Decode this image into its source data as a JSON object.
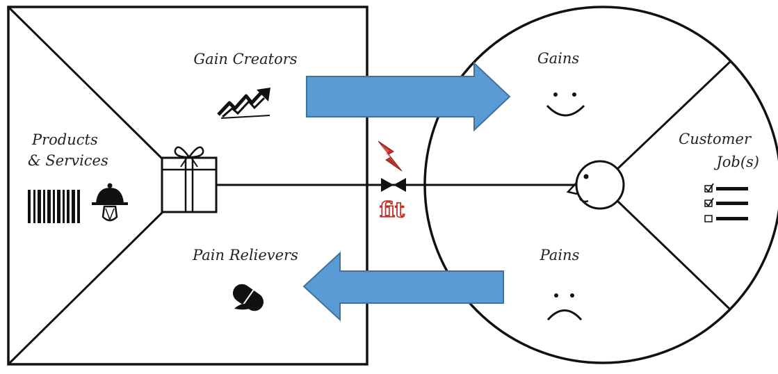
{
  "diagram": {
    "value_map": {
      "gain_creators_label": "Gain Creators",
      "pain_relievers_label": "Pain Relievers",
      "products_label_line1": "Products",
      "products_label_line2": "& Services"
    },
    "customer_profile": {
      "gains_label": "Gains",
      "pains_label": "Pains",
      "jobs_label_line1": "Customer",
      "jobs_label_line2": "Job(s)"
    },
    "fit_label": "fit",
    "icons": [
      "trend-up-icon",
      "barcode-icon",
      "cloche-icon",
      "gift-icon",
      "pill-icon",
      "smile-icon",
      "frown-icon",
      "checklist-icon",
      "face-icon",
      "lightning-icon",
      "bowtie-icon"
    ],
    "colors": {
      "arrow_fill": "#5b9bd5",
      "arrow_stroke": "#41719c",
      "fit_red": "#c0302b",
      "line": "#111111"
    }
  }
}
